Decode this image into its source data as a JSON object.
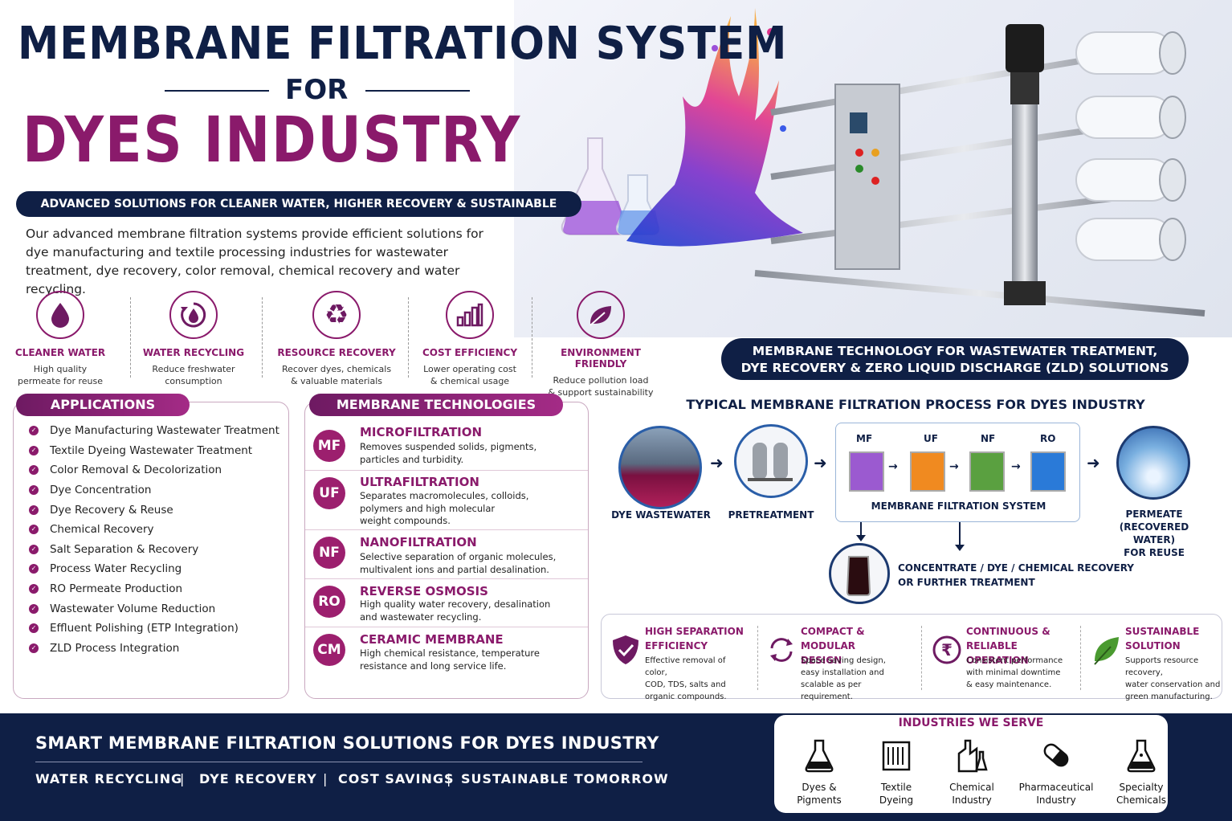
{
  "header": {
    "title_line1": "MEMBRANE FILTRATION SYSTEM",
    "title_for": "FOR",
    "title_line2": "DYES INDUSTRY",
    "tagline": "ADVANCED SOLUTIONS FOR CLEANER WATER, HIGHER RECOVERY & SUSTAINABLE FUTURE",
    "intro": "Our advanced membrane filtration systems provide efficient solutions for dye manufacturing and textile processing industries for wastewater treatment, dye recovery, color removal, chemical recovery and water recycling."
  },
  "benefits": [
    {
      "icon": "water-drop-icon",
      "title": "CLEANER WATER",
      "desc1": "High quality",
      "desc2": "permeate for reuse"
    },
    {
      "icon": "recycle-drop-icon",
      "title": "WATER RECYCLING",
      "desc1": "Reduce freshwater",
      "desc2": "consumption"
    },
    {
      "icon": "recycle-icon",
      "title": "RESOURCE RECOVERY",
      "desc1": "Recover dyes, chemicals",
      "desc2": "& valuable materials"
    },
    {
      "icon": "bar-chart-icon",
      "title": "COST EFFICIENCY",
      "desc1": "Lower operating cost",
      "desc2": "& chemical usage"
    },
    {
      "icon": "leaf-icon",
      "title": "ENVIRONMENT FRIENDLY",
      "desc1": "Reduce pollution load",
      "desc2": "& support sustainability"
    }
  ],
  "applications": {
    "title": "APPLICATIONS",
    "items": [
      "Dye Manufacturing Wastewater Treatment",
      "Textile Dyeing Wastewater Treatment",
      "Color Removal & Decolorization",
      "Dye Concentration",
      "Dye Recovery & Reuse",
      "Chemical Recovery",
      "Salt Separation & Recovery",
      "Process Water Recycling",
      "RO Permeate Production",
      "Wastewater Volume Reduction",
      "Effluent Polishing (ETP Integration)",
      "ZLD Process Integration"
    ]
  },
  "technologies": {
    "title": "MEMBRANE TECHNOLOGIES",
    "items": [
      {
        "code": "MF",
        "name": "MICROFILTRATION",
        "d1": "Removes suspended solids, pigments,",
        "d2": "particles and turbidity.",
        "d3": ""
      },
      {
        "code": "UF",
        "name": "ULTRAFILTRATION",
        "d1": "Separates macromolecules, colloids,",
        "d2": "polymers and high molecular",
        "d3": "weight compounds."
      },
      {
        "code": "NF",
        "name": "NANOFILTRATION",
        "d1": "Selective separation of organic molecules,",
        "d2": "multivalent ions and partial desalination.",
        "d3": ""
      },
      {
        "code": "RO",
        "name": "REVERSE OSMOSIS",
        "d1": "High quality water recovery, desalination",
        "d2": "and wastewater recycling.",
        "d3": ""
      },
      {
        "code": "CM",
        "name": "CERAMIC MEMBRANE",
        "d1": "High chemical resistance, temperature",
        "d2": "resistance and long service life.",
        "d3": ""
      }
    ]
  },
  "banner": {
    "line1": "MEMBRANE TECHNOLOGY FOR WASTEWATER TREATMENT,",
    "line2": "DYE RECOVERY & ZERO LIQUID DISCHARGE (ZLD) SOLUTIONS"
  },
  "process": {
    "title": "TYPICAL MEMBRANE FILTRATION PROCESS FOR DYES INDUSTRY",
    "wastewater": "DYE WASTEWATER",
    "pretreatment": "PRETREATMENT",
    "modules": [
      "MF",
      "UF",
      "NF",
      "RO"
    ],
    "system": "MEMBRANE FILTRATION SYSTEM",
    "permeate1": "PERMEATE",
    "permeate2": "(RECOVERED WATER)",
    "permeate3": "FOR REUSE",
    "concentrate1": "CONCENTRATE / DYE / CHEMICAL RECOVERY",
    "concentrate2": "OR FURTHER TREATMENT"
  },
  "features": [
    {
      "icon": "shield-check-icon",
      "h1": "HIGH SEPARATION",
      "h2": "EFFICIENCY",
      "d1": "Effective removal of color,",
      "d2": "COD, TDS, salts and",
      "d3": "organic compounds."
    },
    {
      "icon": "cycle-arrows-icon",
      "h1": "COMPACT & MODULAR",
      "h2": "DESIGN",
      "d1": "Space saving design,",
      "d2": "easy installation and",
      "d3": "scalable as per requirement."
    },
    {
      "icon": "rupee-icon",
      "h1": "CONTINUOUS &",
      "h2": "RELIABLE OPERATION",
      "d1": "Consistent performance",
      "d2": "with minimal downtime",
      "d3": "& easy maintenance."
    },
    {
      "icon": "leaf-icon",
      "h1": "SUSTAINABLE",
      "h2": "SOLUTION",
      "d1": "Supports resource recovery,",
      "d2": "water conservation and",
      "d3": "green manufacturing."
    }
  ],
  "footer": {
    "title": "SMART MEMBRANE FILTRATION SOLUTIONS FOR DYES INDUSTRY",
    "tags": [
      "WATER RECYCLING",
      "DYE RECOVERY",
      "COST SAVINGS",
      "SUSTAINABLE TOMORROW"
    ],
    "sep": "|"
  },
  "industries": {
    "title": "INDUSTRIES WE SERVE",
    "items": [
      {
        "icon": "flask-icon",
        "l1": "Dyes &",
        "l2": "Pigments"
      },
      {
        "icon": "textile-icon",
        "l1": "Textile",
        "l2": "Dyeing"
      },
      {
        "icon": "factory-icon",
        "l1": "Chemical",
        "l2": "Industry"
      },
      {
        "icon": "capsule-icon",
        "l1": "Pharmaceutical",
        "l2": "Industry"
      },
      {
        "icon": "beaker-icon",
        "l1": "Specialty",
        "l2": "Chemicals"
      }
    ]
  },
  "colors": {
    "navy": "#0f1f45",
    "magenta": "#8a1a6b",
    "blue": "#2a5ea8"
  }
}
